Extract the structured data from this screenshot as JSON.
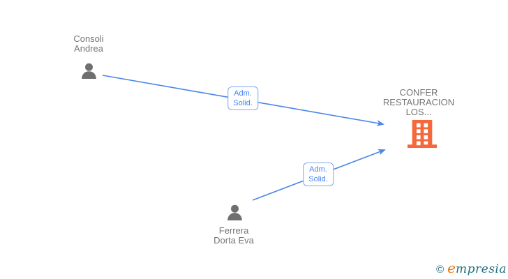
{
  "graph": {
    "type": "corporate-relationship-diagram",
    "nodes": [
      {
        "id": "consoli-andrea",
        "type": "person",
        "name_line1": "Consoli",
        "name_line2": "Andrea"
      },
      {
        "id": "ferrera-dorta-eva",
        "type": "person",
        "name_line1": "Ferrera",
        "name_line2": "Dorta Eva"
      },
      {
        "id": "confer-restauracion-los",
        "type": "company",
        "name_line1": "CONFER",
        "name_line2": "RESTAURACION",
        "name_line3": "LOS..."
      }
    ],
    "edges": [
      {
        "from": "Consoli Andrea",
        "to": "CONFER RESTAURACION LOS...",
        "label_line1": "Adm.",
        "label_line2": "Solid."
      },
      {
        "from": "Ferrera Dorta Eva",
        "to": "CONFER RESTAURACION LOS...",
        "label_line1": "Adm.",
        "label_line2": "Solid."
      }
    ]
  },
  "colors": {
    "edge_blue": "#4a86e8",
    "edge_label_text": "#4285f4",
    "edge_label_border": "#7aa7f0",
    "node_text_gray": "#757575",
    "person_icon_gray": "#6f6f6f",
    "building_orange": "#f4683c",
    "logo_teal": "#1d6f7e",
    "logo_orange": "#e87511"
  },
  "footer": {
    "copyright_symbol": "©",
    "brand_initial": "e",
    "brand_rest": "mpresia"
  }
}
